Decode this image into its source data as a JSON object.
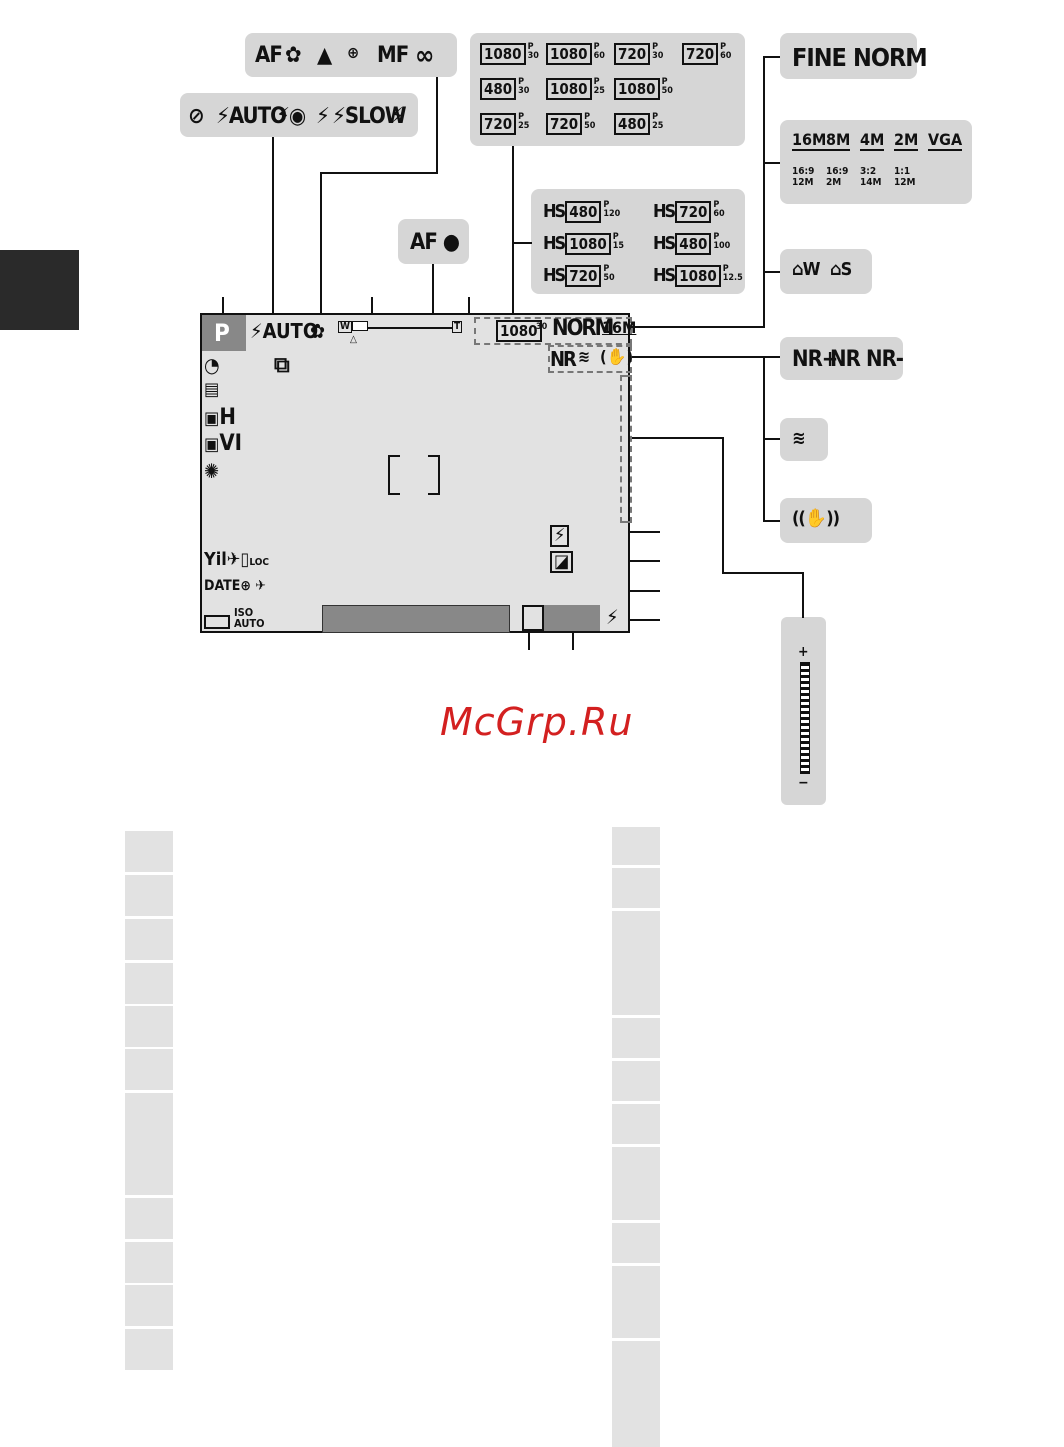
{
  "watermark": "McGrp.Ru",
  "screen": {
    "mode": "P",
    "flash": "⚡AUTO",
    "macro": "✿",
    "frame": "⧉",
    "hs_mode": "H",
    "vi": "VI",
    "date": "DATE",
    "loc": "LOC",
    "iso_top": "ISO",
    "iso_bottom": "AUTO",
    "quality": "NORM",
    "size": "16M",
    "movie": "1080",
    "movie_sub": "30",
    "nr": "NR",
    "zoom_w": "W",
    "zoom_t": "T"
  },
  "focus_modes": [
    "AF",
    "✿",
    "▲",
    "MF",
    "∞"
  ],
  "flash_modes": [
    "⊘",
    "⚡AUTO",
    "⚡◉",
    "⚡",
    "⚡SLOW",
    "⚡"
  ],
  "af_indicator": "AF ●",
  "movie_options": [
    {
      "v": "1080",
      "s": "30"
    },
    {
      "v": "1080",
      "s": "60"
    },
    {
      "v": "720",
      "s": "30"
    },
    {
      "v": "720",
      "s": "60"
    },
    {
      "v": "480",
      "s": "30"
    },
    {
      "v": "1080",
      "s": "25"
    },
    {
      "v": "1080",
      "s": "50"
    },
    {
      "v": "720",
      "s": "25"
    },
    {
      "v": "720",
      "s": "50"
    },
    {
      "v": "480",
      "s": "25"
    }
  ],
  "hs_options": [
    {
      "v": "480",
      "s": "120"
    },
    {
      "v": "720",
      "s": "60"
    },
    {
      "v": "1080",
      "s": "15"
    },
    {
      "v": "480",
      "s": "100"
    },
    {
      "v": "720",
      "s": "50"
    },
    {
      "v": "1080",
      "s": "12.5"
    }
  ],
  "quality_options": [
    "FINE",
    "NORM"
  ],
  "size_options": [
    "16M",
    "8M",
    "4M",
    "2M",
    "VGA"
  ],
  "size_options_2": [
    "16:9 12M",
    "16:9 2M",
    "3:2 14M",
    "1:1 12M"
  ],
  "wind_options": [
    "W",
    "S"
  ],
  "nr_options": [
    "NR+",
    "NR",
    "NR-"
  ],
  "zoom_plus": "+",
  "zoom_minus": "−"
}
